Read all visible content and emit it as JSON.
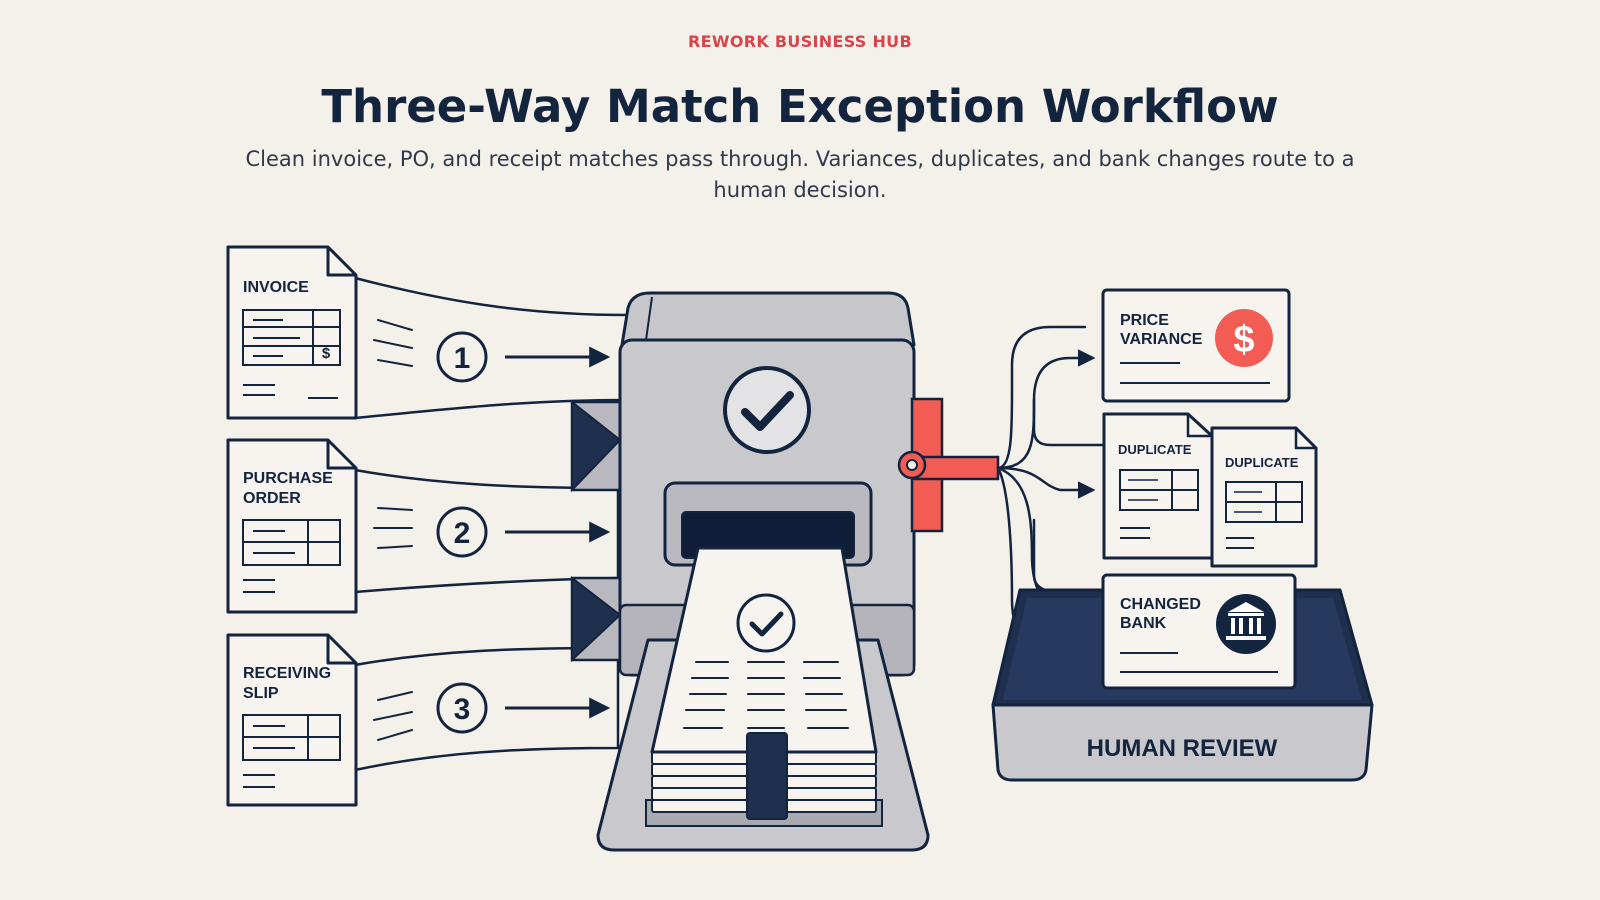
{
  "header": {
    "brand": "REWORK BUSINESS HUB",
    "title": "Three-Way Match Exception Workflow",
    "subtitle": "Clean invoice, PO, and receipt matches pass through. Variances, duplicates, and bank changes route to a human decision."
  },
  "inputs": [
    {
      "line1": "INVOICE",
      "line2": "",
      "step": "1"
    },
    {
      "line1": "PURCHASE",
      "line2": "ORDER",
      "step": "2"
    },
    {
      "line1": "RECEIVING",
      "line2": "SLIP",
      "step": "3"
    }
  ],
  "invoice_currency_symbol": "$",
  "exceptions": {
    "price": {
      "line1": "PRICE",
      "line2": "VARIANCE",
      "symbol": "$"
    },
    "duplicate_a": "DUPLICATE",
    "duplicate_b": "DUPLICATE",
    "bank": {
      "line1": "CHANGED",
      "line2": "BANK"
    }
  },
  "review_bin_label": "HUMAN REVIEW",
  "icons": {
    "match": "check-icon",
    "price": "dollar-icon",
    "bank": "bank-icon"
  },
  "colors": {
    "accent_red": "#f25c54",
    "brand_red": "#d9434a",
    "navy": "#13243f",
    "machine_gray": "#c9c9cd",
    "background": "#f4f0ea"
  }
}
